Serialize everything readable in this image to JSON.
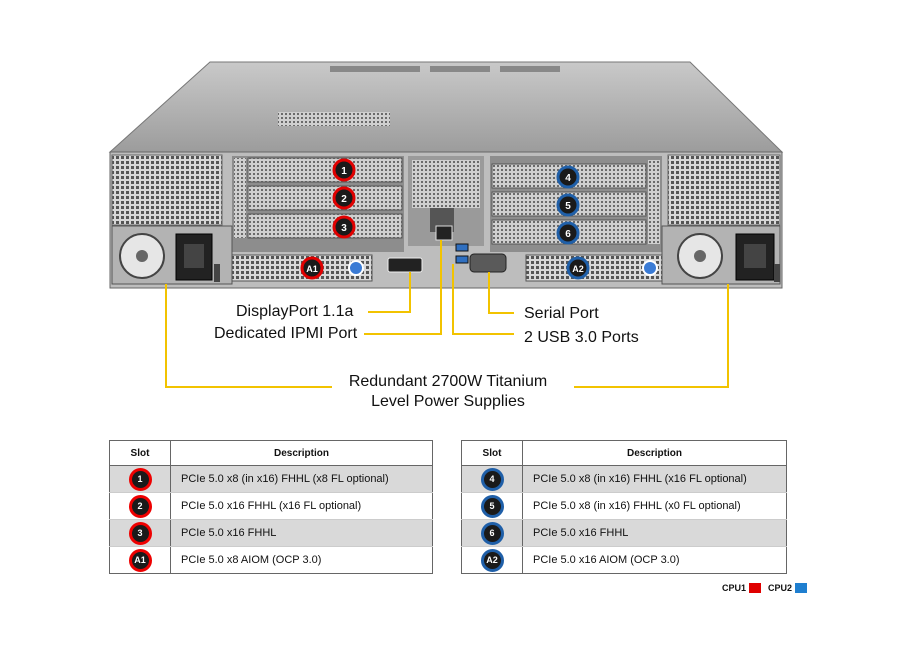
{
  "callouts": {
    "displayport": "DisplayPort 1.1a",
    "ipmi": "Dedicated IPMI  Port",
    "serial": "Serial Port",
    "usb": "2 USB 3.0 Ports",
    "psu_line1": "Redundant  2700W Titanium",
    "psu_line2": "Level Power Supplies"
  },
  "slot_markers": [
    "1",
    "2",
    "3",
    "A1",
    "4",
    "5",
    "6",
    "A2"
  ],
  "tables": {
    "cpu1": {
      "headers": {
        "slot": "Slot",
        "description": "Description"
      },
      "rows": [
        {
          "slot": "1",
          "description": "PCIe 5.0 x8 (in x16) FHHL (x8 FL optional)"
        },
        {
          "slot": "2",
          "description": "PCIe 5.0 x16 FHHL (x16 FL optional)"
        },
        {
          "slot": "3",
          "description": "PCIe 5.0 x16 FHHL"
        },
        {
          "slot": "A1",
          "description": "PCIe 5.0 x8 AIOM (OCP 3.0)"
        }
      ]
    },
    "cpu2": {
      "headers": {
        "slot": "Slot",
        "description": "Description"
      },
      "rows": [
        {
          "slot": "4",
          "description": "PCIe 5.0 x8 (in x16) FHHL (x16 FL optional)"
        },
        {
          "slot": "5",
          "description": "PCIe 5.0 x8 (in x16) FHHL (x0 FL optional)"
        },
        {
          "slot": "6",
          "description": "PCIe 5.0 x16 FHHL"
        },
        {
          "slot": "A2",
          "description": "PCIe 5.0 x16 AIOM (OCP 3.0)"
        }
      ]
    }
  },
  "legend": {
    "cpu1_label": "CPU1",
    "cpu2_label": "CPU2"
  },
  "colors": {
    "cpu1": "#e00000",
    "cpu2": "#1f5fa8",
    "callout_line": "#f2c300",
    "chassis": "#a9a9a9"
  }
}
